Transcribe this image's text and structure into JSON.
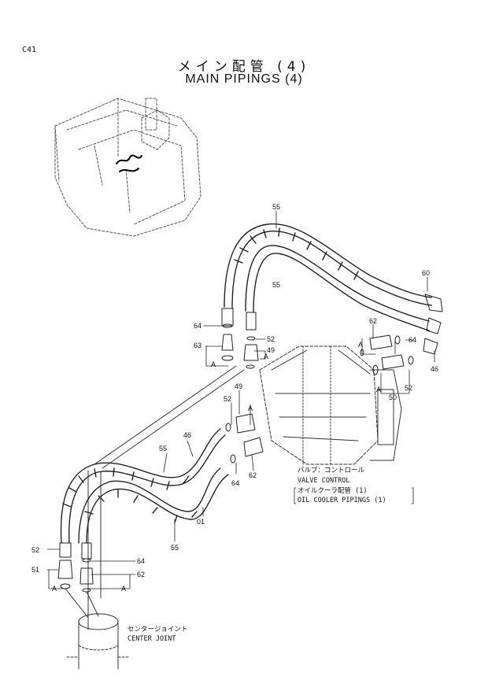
{
  "page_code": "C41",
  "title_ja": "メイン配管 (4)",
  "title_en": "MAIN PIPINGS (4)",
  "part_labels": {
    "p55_top": "55",
    "p55_mid": "55",
    "p60": "60",
    "p64_a": "64",
    "p63": "63",
    "p52_a": "52",
    "p49_a": "49",
    "A_a": "A",
    "A_b": "A",
    "p62_a": "62",
    "A_c": "A",
    "p64_b": "64",
    "A_d": "A",
    "p52_b": "52",
    "p46_a": "46",
    "p50": "50",
    "p49_b": "49",
    "p52_c": "52",
    "A_e": "A",
    "p46_b": "46",
    "p55_left": "55",
    "p64_c": "64",
    "p62_b": "62",
    "p01": "01",
    "p55_bot": "55",
    "p52_d": "52",
    "p51": "51",
    "p64_d": "64",
    "p62_c": "62",
    "A_f": "A",
    "A_g": "A"
  },
  "captions": {
    "valve_ja": "バルブ：コントロール",
    "valve_en": "VALVE  CONTROL",
    "oil_ja": "オイルクーラ配管 (1)",
    "oil_en": "OIL  COOLER  PIPINGS (1)",
    "center_ja": "センタージョイント",
    "center_en": "CENTER  JOINT"
  }
}
